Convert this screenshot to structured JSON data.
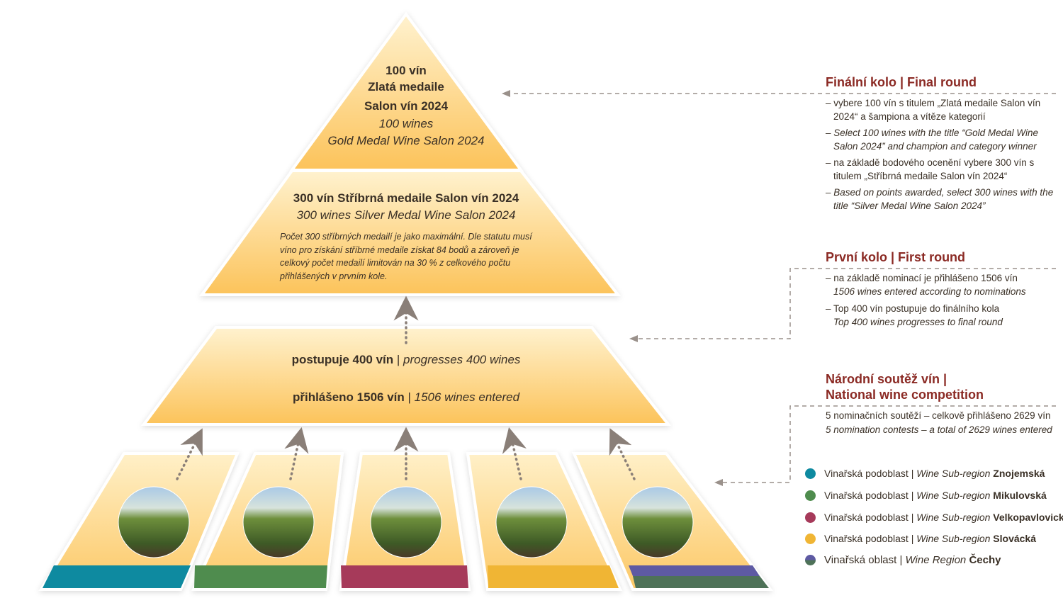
{
  "pyramid": {
    "top": {
      "line1": "100 vín",
      "line2": "Zlatá medaile",
      "line3": "Salon vín 2024",
      "line4": "100 wines",
      "line5": "Gold Medal Wine Salon 2024"
    },
    "middle": {
      "line1": "300 vín Stříbrná medaile Salon vín 2024",
      "line2": "300 wines Silver Medal Wine Salon 2024",
      "note": "Počet 300 stříbrných medailí je jako maximální. Dle statutu musí víno pro získání stříbrné medaile získat 84 bodů a zároveň je celkový počet medailí limitován na 30 % z celkového počtu přihlášených v prvním kole."
    },
    "lower": {
      "progress_cz": "postupuje 400 vín",
      "progress_en": "progresses 400 wines",
      "entered_cz": "přihlášeno 1506 vín",
      "entered_en": "1506 wines entered",
      "sep": " | "
    }
  },
  "sections": {
    "final": {
      "title": "Finální kolo | Final round",
      "items": [
        "– vybere 100 vín s titulem „Zlatá medaile Salon vín 2024“ a šampiona a vítěze kategorií",
        "– Select 100 wines with the title “Gold Medal Wine Salon 2024” and champion and category winner",
        "– na základě bodového ocenění vybere 300 vín s titulem „Stříbrná medaile Salon vín 2024“",
        "– Based on points awarded, select 300 wines with the title “Silver Medal Wine Salon 2024”"
      ]
    },
    "first": {
      "title": "První kolo | First round",
      "items": [
        "– na základě nominací je přihlášeno 1506 vín",
        "1506 wines entered according to nominations",
        "– Top 400 vín postupuje do finálního kola",
        "Top 400 wines progresses to final round"
      ]
    },
    "national": {
      "title1": "Národní soutěž vín |",
      "title2": "National wine competition",
      "line1": "5 nominačních soutěží – celkově přihlášeno 2629 vín",
      "line2": "5 nomination contests – a total of 2629 wines entered"
    }
  },
  "legend": [
    {
      "cz": "Vinařská podoblast | ",
      "en": "Wine Sub-region ",
      "name": "Znojemská",
      "color": "#0e8aa0"
    },
    {
      "cz": "Vinařská podoblast | ",
      "en": "Wine Sub-region ",
      "name": "Mikulovská",
      "color": "#4f8c4e"
    },
    {
      "cz": "Vinařská podoblast | ",
      "en": "Wine Sub-region ",
      "name": "Velkopavlovick",
      "color": "#a63a5a"
    },
    {
      "cz": "Vinařská podoblast | ",
      "en": "Wine Sub-region ",
      "name": "Slovácká",
      "color": "#f0b534"
    },
    {
      "cz": "Vinařská oblast | ",
      "en": "Wine Region ",
      "name": "Čechy",
      "color": "#5e5aa3"
    }
  ],
  "colors": {
    "accent": "#8b2a24",
    "panel": "#fcc866",
    "panel_light": "#fff0c8",
    "cechy_bottom": "#4e7258"
  }
}
